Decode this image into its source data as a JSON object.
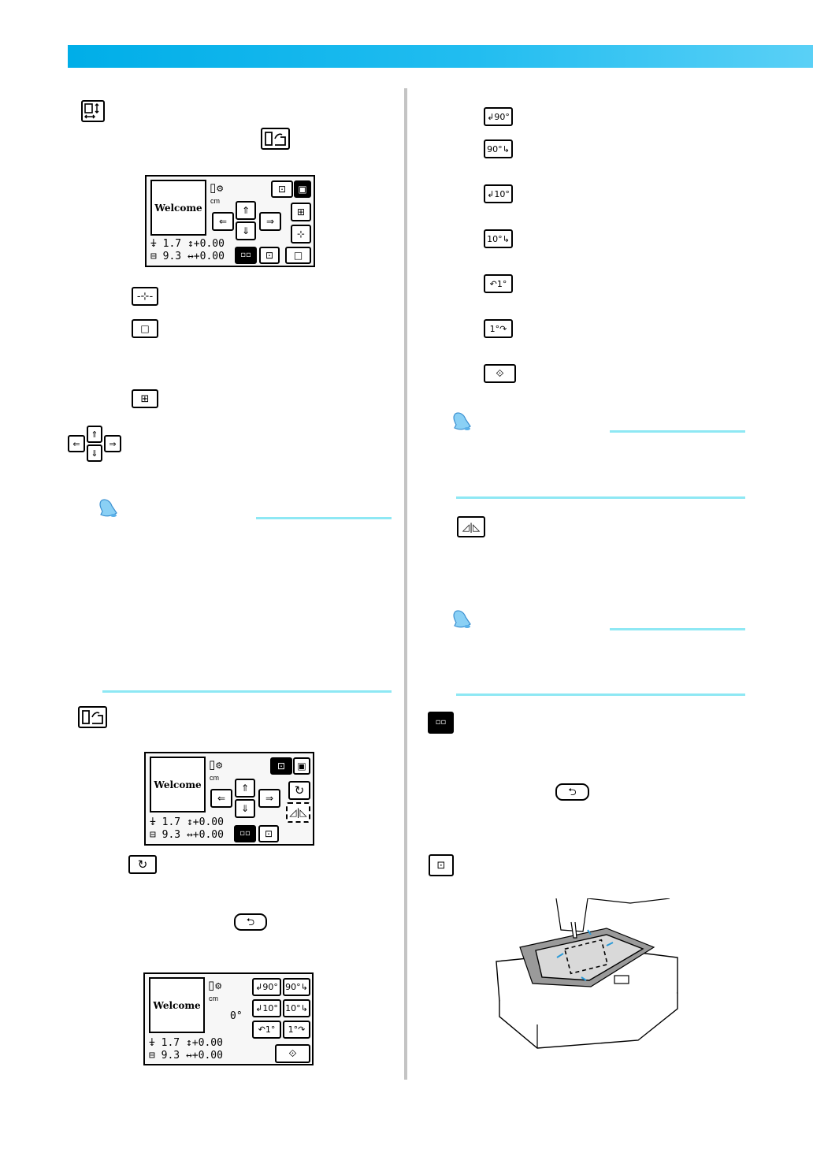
{
  "colors": {
    "accent_bar": "#00aee8",
    "rule": "#8ee8f4",
    "divider": "#c4c4c4"
  },
  "screens": {
    "layout": {
      "preview": "Welcome",
      "unit": "cm",
      "height_value": "1.7",
      "height_offset": "+0.00",
      "width_value": "9.3",
      "width_offset": "+0.00"
    },
    "edit": {
      "preview": "Welcome",
      "unit": "cm",
      "height_value": "1.7",
      "height_offset": "+0.00",
      "width_value": "9.3",
      "width_offset": "+0.00"
    },
    "rotate": {
      "preview": "Welcome",
      "unit": "cm",
      "angle": "0°",
      "height_value": "1.7",
      "height_offset": "+0.00",
      "width_value": "9.3",
      "width_offset": "+0.00",
      "buttons": {
        "ccw90": "↲90°",
        "cw90": "90°↳",
        "ccw10": "↲10°",
        "cw10": "10°↳",
        "ccw1": "↶1°",
        "cw1": "1°↷"
      }
    }
  },
  "right_icons": {
    "ccw90": "↲90°",
    "cw90": "90°↳",
    "ccw10": "↲10°",
    "cw10": "10°↳",
    "ccw1": "↶1°",
    "cw1": "1°↷"
  },
  "icons": [
    "size-icon",
    "rotate-mirror-icon",
    "center-needle-icon",
    "square-icon",
    "quarter-grid-icon",
    "arrow-keys-icon",
    "note-bell-icon",
    "rotate-icon",
    "back-icon",
    "mirror-icon",
    "dual-view-icon",
    "trial-icon",
    "ok-icon"
  ]
}
